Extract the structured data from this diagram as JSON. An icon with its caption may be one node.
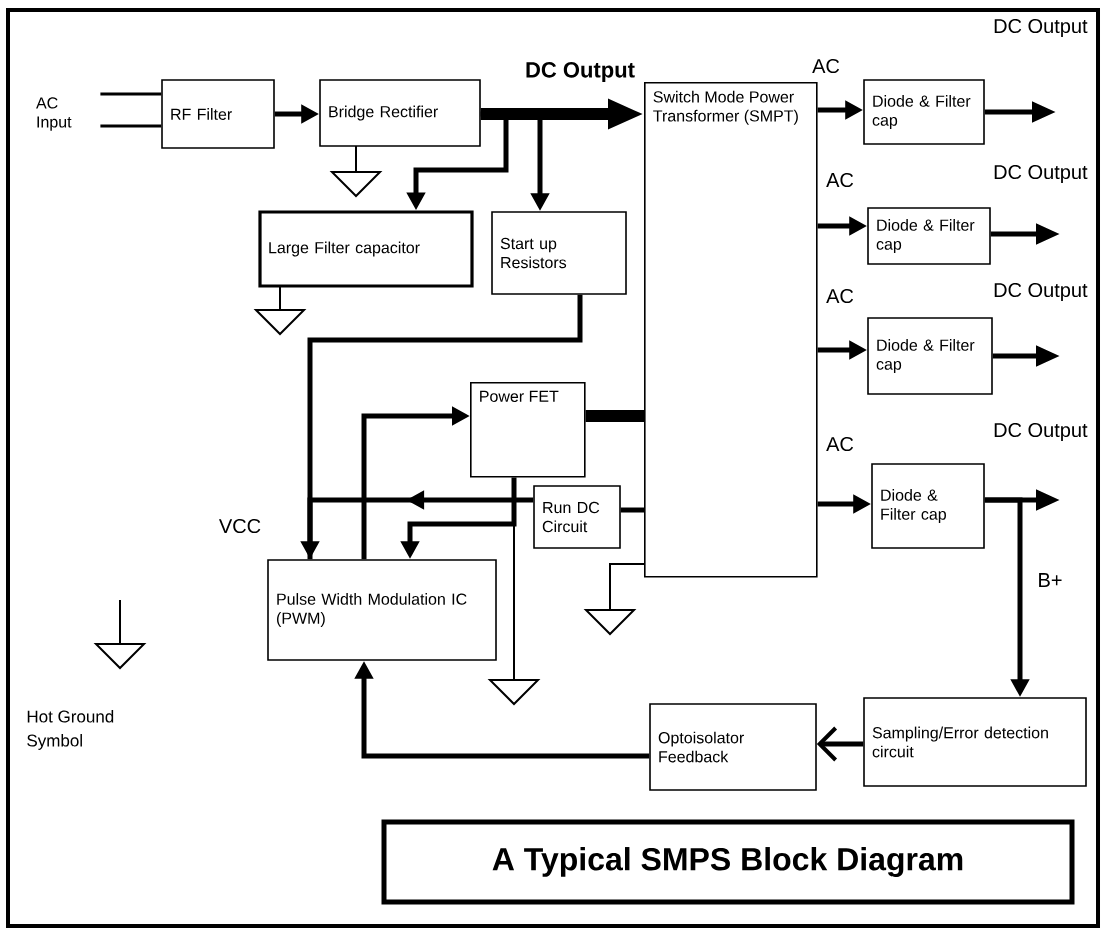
{
  "diagram": {
    "title": "A Typical SMPS Block Diagram",
    "nodes": [
      {
        "text": [
          "RF Filter"
        ]
      },
      {
        "text": [
          "Bridge Rectifier"
        ]
      },
      {
        "text": [
          "Large Filter capacitor"
        ]
      },
      {
        "text": [
          "Start up Resistors"
        ]
      },
      {
        "text": [
          "Switch Mode Power Transformer (SMPT)"
        ]
      },
      {
        "text": [
          "Diode & Filter cap"
        ]
      },
      {
        "text": [
          "Diode & Filter cap"
        ]
      },
      {
        "text": [
          "Diode & Filter cap"
        ]
      },
      {
        "text": [
          "Diode & Filter cap"
        ]
      },
      {
        "text": [
          "Power FET"
        ]
      },
      {
        "text": [
          "Run DC Circuit"
        ]
      },
      {
        "text": [
          "Pulse Width Modulation IC (PWM)"
        ]
      },
      {
        "text": [
          "Optoisolator Feedback"
        ]
      },
      {
        "text": [
          "Sampling/Error detection circuit"
        ]
      },
      {
        "text": [
          "AC Input"
        ]
      }
    ],
    "edges": [
      {
        "from": 14,
        "to": 0,
        "arrow": "none"
      },
      {
        "from": 0,
        "to": 1,
        "arrow": "to"
      },
      {
        "from": 1,
        "to": 4,
        "arrow": "to",
        "style": "thick",
        "label": "DC Output"
      },
      {
        "from": 1,
        "to": 2,
        "arrow": "to"
      },
      {
        "from": 1,
        "to": 3,
        "arrow": "to"
      },
      {
        "from": 4,
        "to": 5,
        "arrow": "to",
        "label": "AC"
      },
      {
        "from": 4,
        "to": 6,
        "arrow": "to",
        "label": "AC"
      },
      {
        "from": 4,
        "to": 7,
        "arrow": "to",
        "label": "AC"
      },
      {
        "from": 4,
        "to": 8,
        "arrow": "to",
        "label": "AC"
      },
      {
        "from": 5,
        "to": null,
        "arrow": "to"
      },
      {
        "from": 6,
        "to": null,
        "arrow": "to"
      },
      {
        "from": 7,
        "to": null,
        "arrow": "to"
      },
      {
        "from": 8,
        "to": null,
        "arrow": "to"
      },
      {
        "from": 8,
        "to": 13,
        "arrow": "to",
        "label": "B+"
      },
      {
        "from": 13,
        "to": 12,
        "arrow": "to"
      },
      {
        "from": 12,
        "to": 11,
        "arrow": "to"
      },
      {
        "from": 3,
        "to": 11,
        "arrow": "to"
      },
      {
        "from": 10,
        "to": 11,
        "arrow": "to"
      },
      {
        "from": 11,
        "to": 9,
        "arrow": "to"
      },
      {
        "from": 9,
        "to": 4,
        "arrow": "none",
        "style": "thick"
      },
      {
        "from": 10,
        "to": 4,
        "arrow": "none"
      },
      {
        "from": 9,
        "to": 11,
        "arrow": "to"
      },
      {
        "from": 14,
        "to": 0,
        "arrow": "none"
      }
    ],
    "labels": [
      "DC Output",
      "DC Output",
      "DC Output",
      "DC Output",
      "VCC",
      "Hot Ground Symbol"
    ]
  }
}
